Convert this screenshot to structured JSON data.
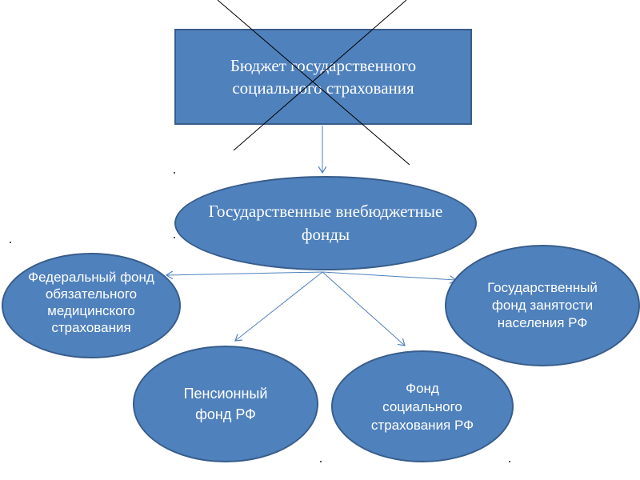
{
  "diagram": {
    "top_box": {
      "label": "Бюджет государственного социального страхования"
    },
    "center_node": {
      "label": "Государственные внебюджетные фонды"
    },
    "left_node": {
      "label": "Федеральный фонд обязательного медицинского страхования"
    },
    "right_node": {
      "label": "Государственный фонд занятости населения РФ"
    },
    "pension_node": {
      "label": "Пенсионный фонд РФ"
    },
    "social_node": {
      "label": "Фонд социального страхования РФ"
    }
  },
  "colors": {
    "node_fill": "#4f81bd",
    "node_border": "#385d8a",
    "arrow": "#4f81bd",
    "cross_lines": "#000000"
  }
}
